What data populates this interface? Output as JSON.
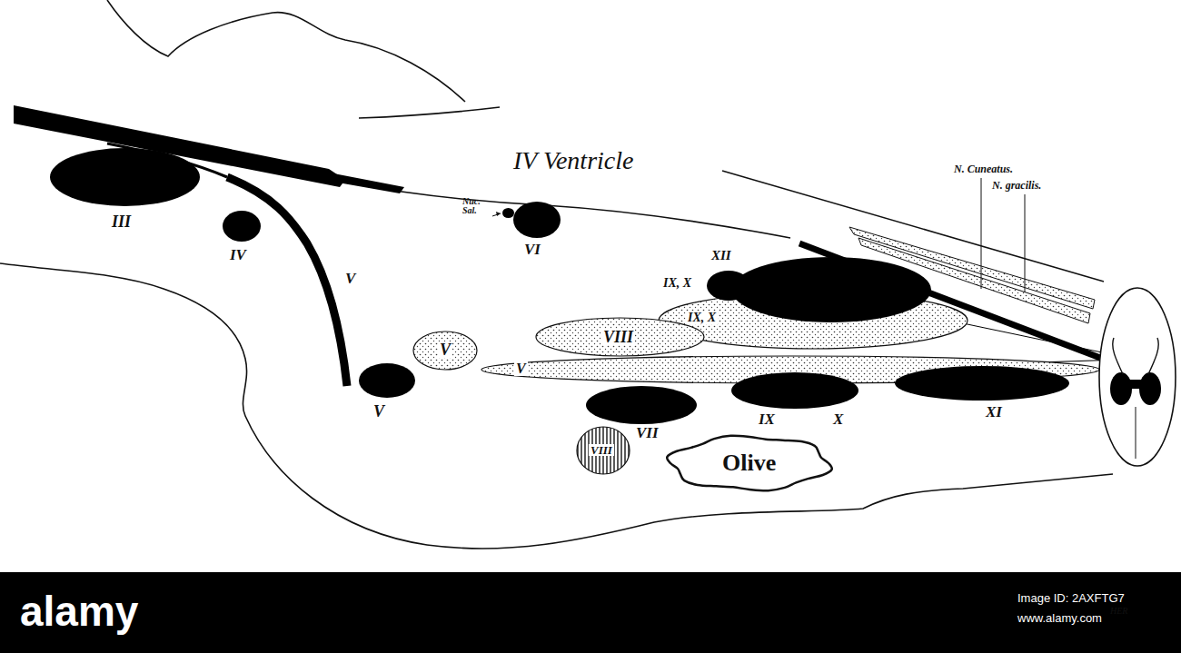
{
  "diagram": {
    "nodes": [
      {
        "text": [
          "III"
        ]
      },
      {
        "text": [
          "IV"
        ]
      },
      {
        "text": [
          "Nuc. Sal."
        ]
      },
      {
        "text": [
          "VI"
        ]
      },
      {
        "text": [
          "IX, X"
        ]
      },
      {
        "text": [
          "XII"
        ]
      },
      {
        "text": [
          "IX, X"
        ]
      },
      {
        "text": [
          "V"
        ]
      },
      {
        "text": [
          "VIII"
        ]
      },
      {
        "text": [
          "V"
        ]
      },
      {
        "text": [
          "V"
        ]
      },
      {
        "text": [
          "VII"
        ]
      },
      {
        "text": [
          "IX",
          "X"
        ]
      },
      {
        "text": [
          "XI"
        ]
      },
      {
        "text": [
          "VIII"
        ]
      },
      {
        "text": [
          "Olive"
        ]
      }
    ],
    "labels": [
      "IV Ventricle",
      "N. Cuneatus.",
      "N. gracilis.",
      "V",
      "HER",
      "alamy",
      "Image ID: 2AXFTG7",
      "www.alamy.com"
    ]
  }
}
